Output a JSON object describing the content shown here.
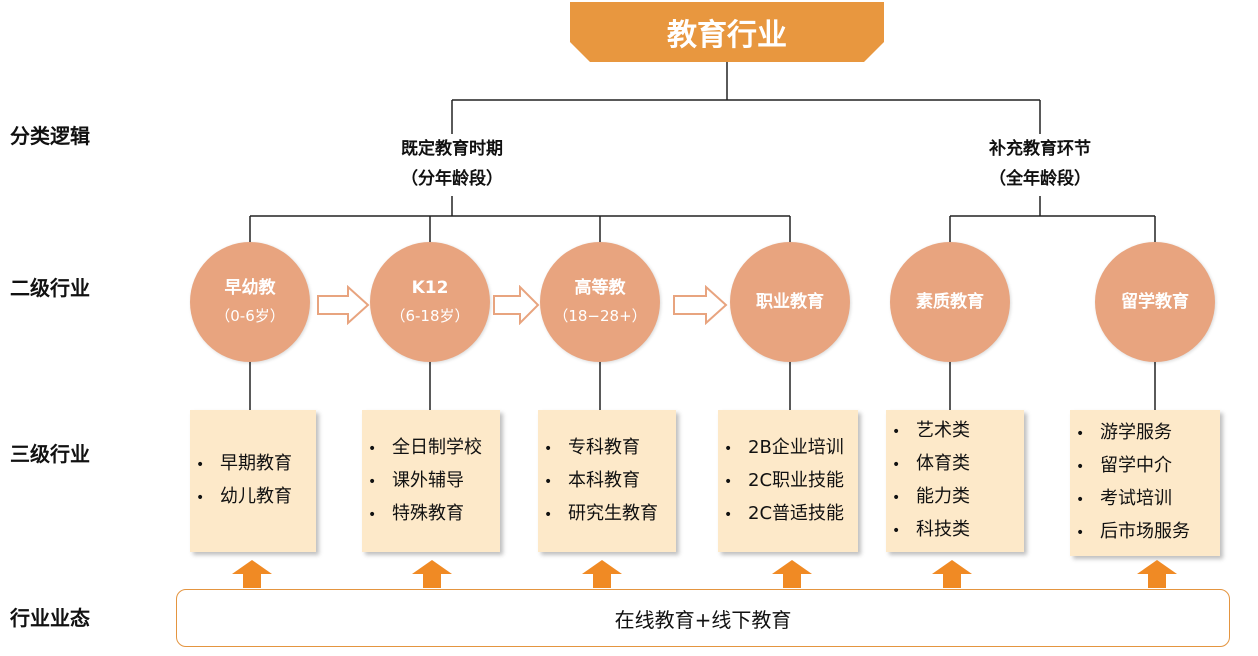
{
  "title": "教育行业",
  "row_labels": [
    "分类逻辑",
    "二级行业",
    "三级行业",
    "行业业态"
  ],
  "branches": [
    {
      "line1": "既定教育时期",
      "line2": "（分年龄段）"
    },
    {
      "line1": "补充教育环节",
      "line2": "（全年龄段）"
    }
  ],
  "level2": [
    {
      "name": "早幼教",
      "sub": "（0-6岁）"
    },
    {
      "name": "K12",
      "sub": "（6-18岁）"
    },
    {
      "name": "高等教",
      "sub": "（18−28+）"
    },
    {
      "name": "职业教育",
      "sub": ""
    },
    {
      "name": "素质教育",
      "sub": ""
    },
    {
      "name": "留学教育",
      "sub": ""
    }
  ],
  "level3": [
    [
      "早期教育",
      "幼儿教育"
    ],
    [
      "全日制学校",
      "课外辅导",
      "特殊教育"
    ],
    [
      "专科教育",
      "本科教育",
      "研究生教育"
    ],
    [
      "2B企业培训",
      "2C职业技能",
      "2C普适技能"
    ],
    [
      "艺术类",
      "体育类",
      "能力类",
      "科技类"
    ],
    [
      "游学服务",
      "留学中介",
      "考试培训",
      "后市场服务"
    ]
  ],
  "bullet_char": "•",
  "bottom": "在线教育+线下教育",
  "colors": {
    "banner": "#e8973f",
    "circle": "#e8a47f",
    "box": "#fde9c9",
    "arrow": "#f08a24",
    "border": "#e49540"
  }
}
